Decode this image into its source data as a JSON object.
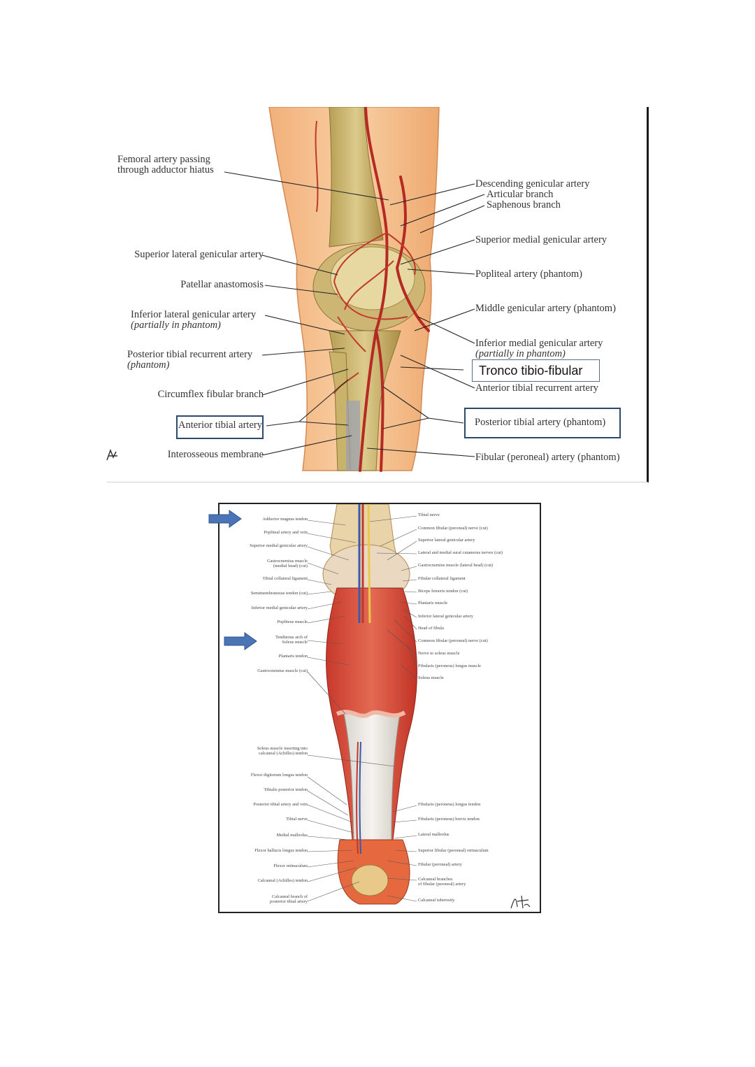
{
  "knee_figure": {
    "left_labels": [
      {
        "line1": "Femoral artery passing",
        "line2": "through adductor hiatus"
      },
      {
        "line1": "Superior lateral genicular artery",
        "line2": ""
      },
      {
        "line1": "Patellar anastomosis",
        "line2": ""
      },
      {
        "line1": "Inferior lateral genicular artery",
        "line2": "(partially in phantom)"
      },
      {
        "line1": "Posterior tibial recurrent artery",
        "line2": "(phantom)"
      },
      {
        "line1": "Circumflex fibular branch",
        "line2": ""
      },
      {
        "line1": "Anterior tibial artery",
        "line2": ""
      },
      {
        "line1": "Interosseous membrane",
        "line2": ""
      }
    ],
    "right_labels": [
      {
        "line1": "Descending genicular artery",
        "line2": ""
      },
      {
        "line1": "Articular branch",
        "line2": ""
      },
      {
        "line1": "Saphenous branch",
        "line2": ""
      },
      {
        "line1": "Superior medial genicular artery",
        "line2": ""
      },
      {
        "line1": "Popliteal artery (phantom)",
        "line2": ""
      },
      {
        "line1": "Middle genicular artery (phantom)",
        "line2": ""
      },
      {
        "line1": "Inferior medial genicular artery",
        "line2": "(partially in phantom)"
      },
      {
        "line1": "Anterior tibial recurrent artery",
        "line2": ""
      },
      {
        "line1": "Posterior tibial artery (phantom)",
        "line2": ""
      },
      {
        "line1": "Fibular (peroneal) artery (phantom)",
        "line2": ""
      }
    ],
    "annotation": "Tronco tibio-fibular",
    "box_color": "#2e4a6b"
  },
  "calf_figure": {
    "left_labels": [
      "Adductor magnus tendon",
      "Popliteal artery and vein",
      "Superior medial genicular artery",
      "Gastrocnemius muscle",
      "(medial head) (cut)",
      "Tibial collateral ligament",
      "Semimembranosus tendon (cut)",
      "Inferior medial genicular artery",
      "Popliteus muscle",
      "Tendinous arch of",
      "Soleus muscle",
      "Plantaris tendon",
      "Gastrocnemius muscle (cut)",
      "Soleus muscle inserting into",
      "calcaneal (Achilles) tendon",
      "Flexor digitorum longus tendon",
      "Tibialis posterior tendon",
      "Posterior tibial artery and vein",
      "Tibial nerve",
      "Medial malleolus",
      "Flexor hallucis longus tendon",
      "Flexor retinaculum",
      "Calcaneal (Achilles) tendon",
      "Calcaneal branch of",
      "posterior tibial artery"
    ],
    "right_labels": [
      "Tibial nerve",
      "Common fibular (peroneal) nerve (cut)",
      "Superior lateral genicular artery",
      "Lateral and medial sural cutaneous nerves (cut)",
      "Gastrocnemius muscle (lateral head) (cut)",
      "Fibular collateral ligament",
      "Biceps femoris tendon (cut)",
      "Plantaris muscle",
      "Inferior lateral genicular artery",
      "Head of fibula",
      "Common fibular (peroneal) nerve (cut)",
      "Nerve to soleus muscle",
      "Fibularis (peroneus) longus muscle",
      "Soleus muscle",
      "Fibularis (peroneus) longus tendon",
      "Fibularis (peroneus) brevis tendon",
      "Lateral malleolus",
      "Superior fibular (peroneal) retinaculum",
      "Fibular (peroneal) artery",
      "Calcaneal branches",
      "of fibular (peroneal) artery",
      "Calcaneal tuberosity"
    ],
    "arrow_color": "#4a74b5"
  }
}
